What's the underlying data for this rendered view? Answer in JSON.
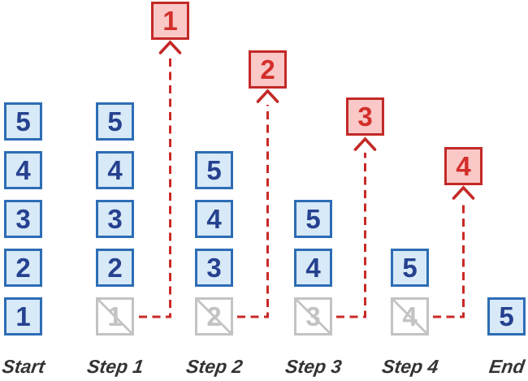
{
  "columns": [
    {
      "label": "Start",
      "boxes": [
        "5",
        "4",
        "3",
        "2",
        "1"
      ]
    },
    {
      "label": "Step 1",
      "boxes": [
        "5",
        "4",
        "3",
        "2"
      ],
      "removed": "1"
    },
    {
      "label": "Step 2",
      "boxes": [
        "5",
        "4",
        "3"
      ],
      "removed": "2"
    },
    {
      "label": "Step 3",
      "boxes": [
        "5",
        "4"
      ],
      "removed": "3"
    },
    {
      "label": "Step 4",
      "boxes": [
        "5"
      ],
      "removed": "4"
    },
    {
      "label": "End",
      "boxes": [
        "5"
      ]
    }
  ],
  "popped": [
    "1",
    "2",
    "3",
    "4"
  ],
  "colors": {
    "stack_box_fill": "#d8e9f7",
    "stack_box_border": "#2d6db5",
    "stack_box_text": "#25418f",
    "popped_box_fill": "#f9c8c7",
    "popped_box_border": "#c32927",
    "popped_box_text": "#d32e2a",
    "removed_box_border": "#c3c3c3",
    "removed_box_text": "#c3c3c3",
    "arrow": "#c92a27",
    "label_text": "#333333",
    "background": "#ffffff"
  }
}
